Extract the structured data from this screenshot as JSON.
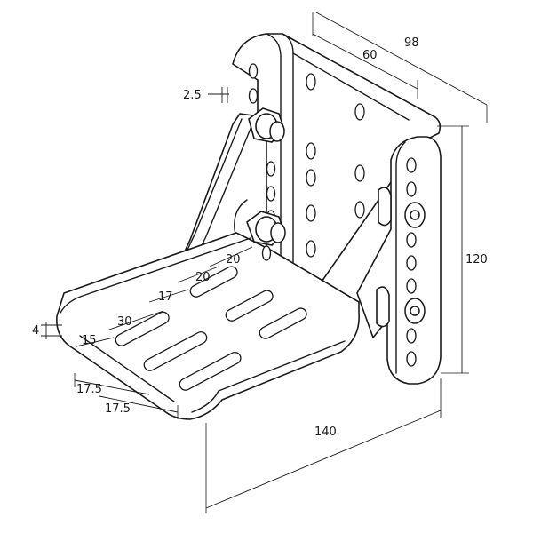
{
  "dimensions": {
    "overall_depth": "98",
    "plate_width": "60",
    "sheet_thickness": "2.5",
    "height": "120",
    "slot_length_top": "20",
    "slot_spacing_top": "20",
    "slot_length_mid": "17",
    "slot_length_long": "30",
    "edge_offset": "15",
    "lip_height": "4",
    "pitch_a": "17.5",
    "pitch_b": "17.5",
    "overall_length": "140"
  },
  "colors": {
    "line": "#1a1a1a",
    "background": "#ffffff"
  }
}
